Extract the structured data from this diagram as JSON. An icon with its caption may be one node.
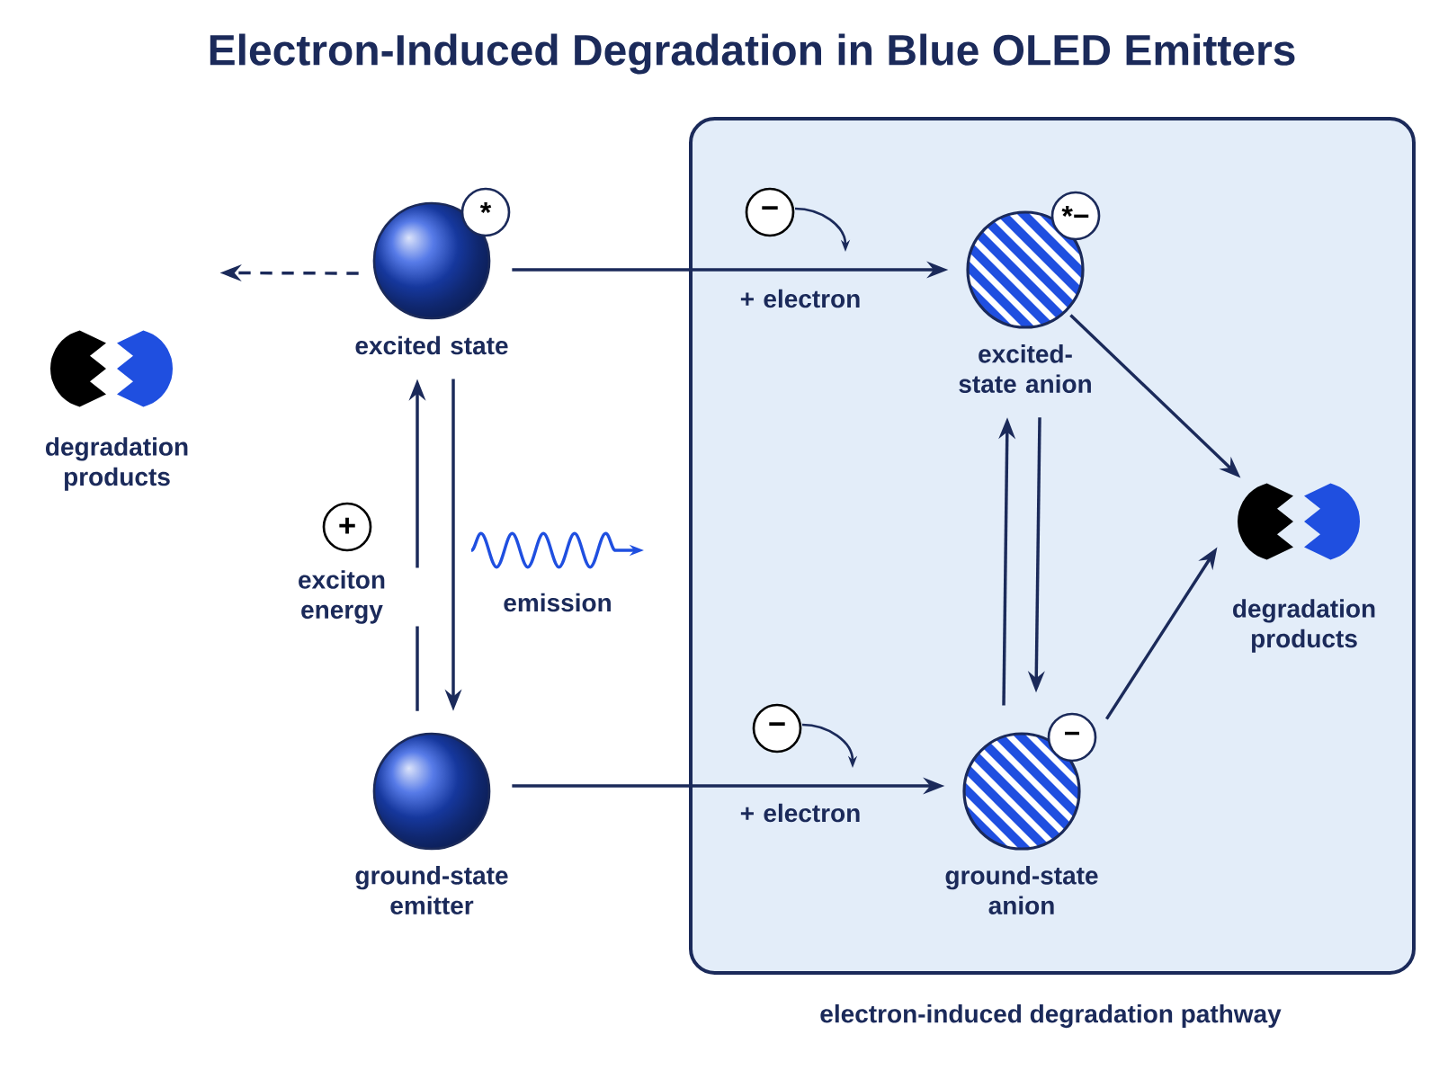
{
  "diagram": {
    "title": "Electron-Induced Degradation in Blue OLED Emitters",
    "nodes": [
      {
        "text": [
          "electron-induced degradation pathway"
        ]
      },
      {
        "text": [
          "*",
          "excited state"
        ]
      },
      {
        "text": [
          "degradation products"
        ]
      },
      {
        "text": [
          "ground-state emitter"
        ]
      },
      {
        "text": [
          "*−",
          "excited-state anion"
        ],
        "in": 0
      },
      {
        "text": [
          "−",
          "ground-state anion"
        ],
        "in": 0
      },
      {
        "text": [
          "degradation products"
        ],
        "in": 0
      }
    ],
    "edges": [
      {
        "from": 1,
        "to": 2,
        "arrow": "to",
        "style": "dashed"
      },
      {
        "from": 3,
        "to": 1,
        "arrow": "to",
        "label": "exciton energy"
      },
      {
        "from": 1,
        "to": 3,
        "arrow": "to",
        "label": "emission"
      },
      {
        "from": 1,
        "to": 4,
        "arrow": "to",
        "label": "+ electron"
      },
      {
        "from": 3,
        "to": 5,
        "arrow": "to",
        "label": "+ electron"
      },
      {
        "from": 5,
        "to": 4,
        "arrow": "to"
      },
      {
        "from": 4,
        "to": 5,
        "arrow": "to"
      },
      {
        "from": 4,
        "to": 6,
        "arrow": "to"
      },
      {
        "from": 5,
        "to": 6,
        "arrow": "to"
      }
    ],
    "labels": [
      "+",
      "−",
      "−"
    ]
  }
}
